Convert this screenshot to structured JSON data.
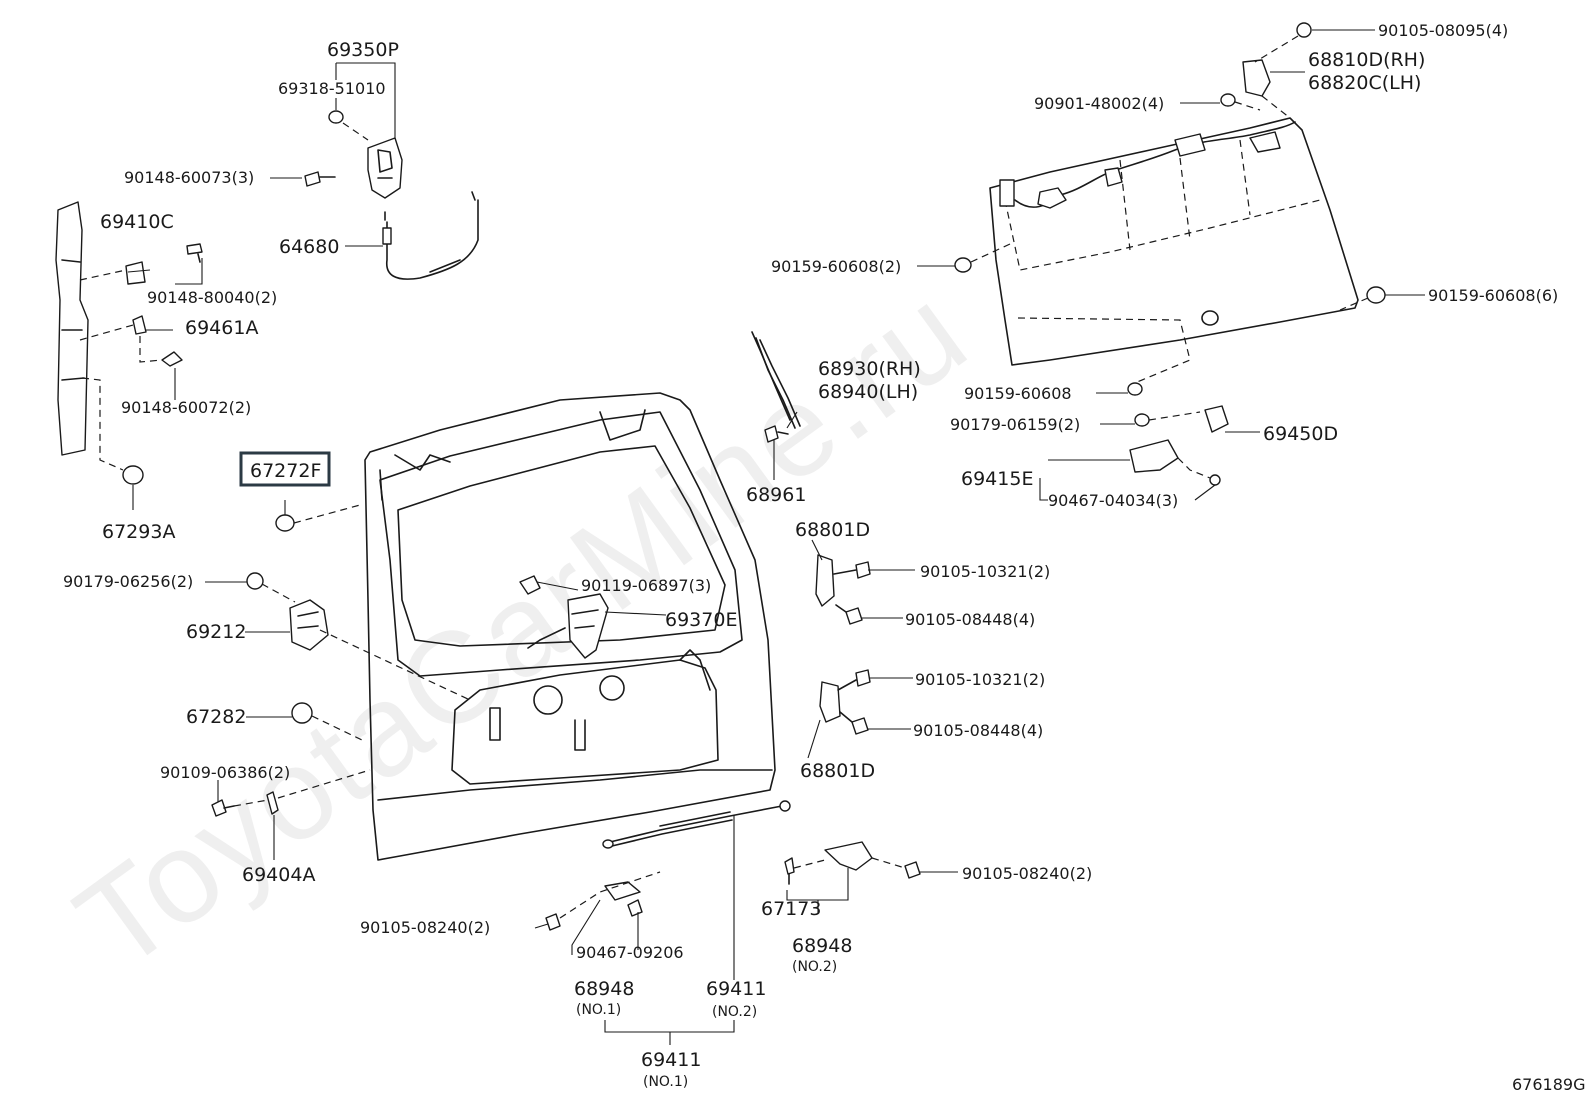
{
  "watermark": "ToyotaCarMine.ru",
  "diagram_code": "676189G",
  "highlighted_part": "67272F",
  "labels": {
    "p69350P": "69350P",
    "p69318": "69318-51010",
    "p90148_60073": "90148-60073(3)",
    "p64680": "64680",
    "p69410C": "69410C",
    "p90148_80040": "90148-80040(2)",
    "p69461A": "69461A",
    "p90148_60072": "90148-60072(2)",
    "p67272F": "67272F",
    "p67293A": "67293A",
    "p90179_06256": "90179-06256(2)",
    "p69212": "69212",
    "p67282": "67282",
    "p90109_06386": "90109-06386(2)",
    "p69404A": "69404A",
    "p90105_08240_a": "90105-08240(2)",
    "p90467_09206": "90467-09206",
    "p68948_no1": "68948",
    "no1_a": "(NO.1)",
    "p69411_no2": "69411",
    "no2_a": "(NO.2)",
    "p69411_no1": "69411",
    "no1_b": "(NO.1)",
    "p90119_06897": "90119-06897(3)",
    "p69370E": "69370E",
    "p68930": "68930(RH)",
    "p68940": "68940(LH)",
    "p68961": "68961",
    "p68801D_top": "68801D",
    "p90105_10321_a": "90105-10321(2)",
    "p90105_08448_a": "90105-08448(4)",
    "p90105_10321_b": "90105-10321(2)",
    "p90105_08448_b": "90105-08448(4)",
    "p68801D_bot": "68801D",
    "p67173": "67173",
    "p68948_no2": "68948",
    "no2_b": "(NO.2)",
    "p90105_08240_b": "90105-08240(2)",
    "p90105_08095": "90105-08095(4)",
    "p68810D": "68810D(RH)",
    "p68820C": "68820C(LH)",
    "p90901_48002": "90901-48002(4)",
    "p90159_60608_2": "90159-60608(2)",
    "p90159_60608_6": "90159-60608(6)",
    "p90159_60608": "90159-60608",
    "p90179_06159": "90179-06159(2)",
    "p69450D": "69450D",
    "p69415E": "69415E",
    "p90467_04034": "90467-04034(3)"
  }
}
